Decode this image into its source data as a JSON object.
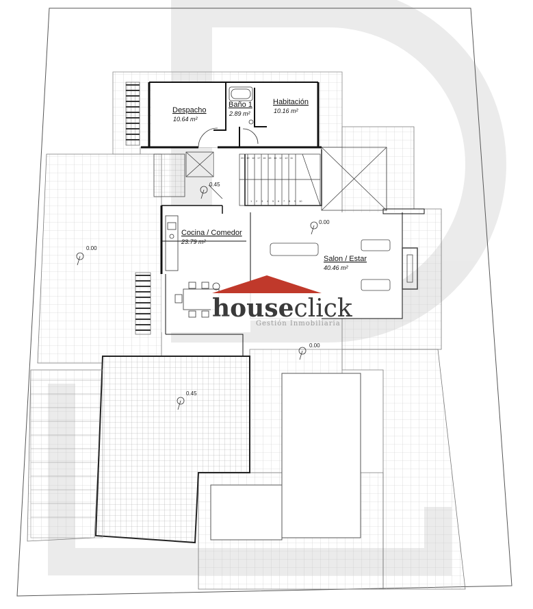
{
  "rooms": [
    {
      "name": "Despacho",
      "area": "10.64 m²"
    },
    {
      "name": "Baño 1",
      "area": "2.89 m²"
    },
    {
      "name": "Habitación",
      "area": "10.16 m²"
    },
    {
      "name": "Cocina / Comedor",
      "area": "23.79 m²"
    },
    {
      "name": "Salon / Estar",
      "area": "40.46 m²"
    }
  ],
  "levels": [
    "0.45",
    "0.00",
    "0.00",
    "0.00",
    "0.45"
  ],
  "stairs": {
    "upper": [
      "20",
      "19",
      "18",
      "17",
      "16",
      "15",
      "14",
      "13",
      "12",
      "11"
    ],
    "lower": [
      "1",
      "2",
      "3",
      "4",
      "5",
      "6",
      "7",
      "8",
      "9",
      "10"
    ]
  },
  "watermark": {
    "brand_bold": "house",
    "brand_light": "click",
    "tagline": "Gestión Inmobiliaria",
    "roof_color": "#c0392b",
    "text_color": "#3a3a3a"
  }
}
